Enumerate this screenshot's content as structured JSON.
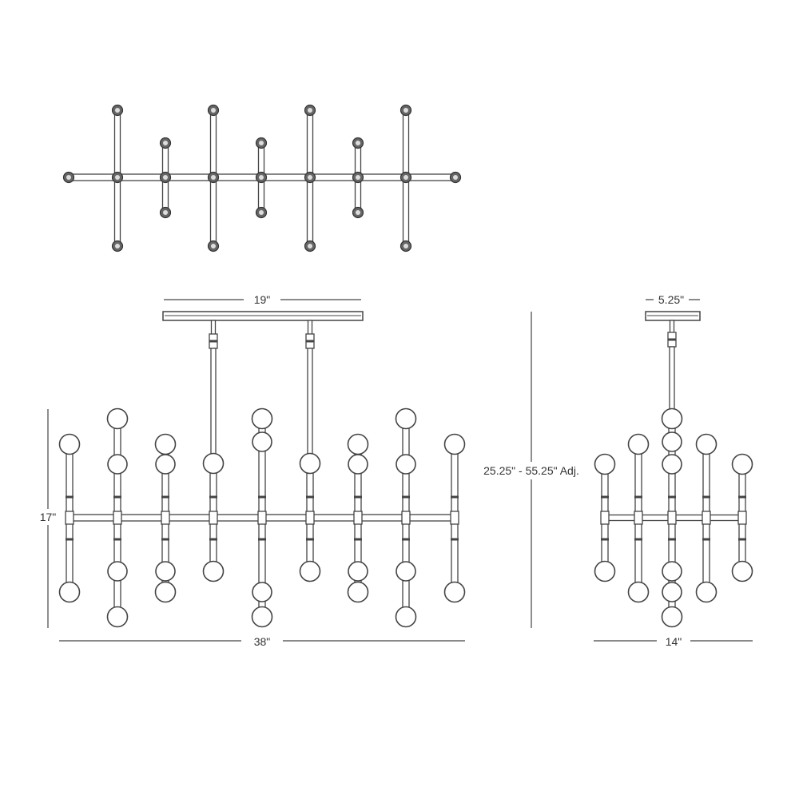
{
  "diagram": {
    "line_color": "#444444",
    "fill_color": "#ffffff",
    "dimensions": {
      "canopy_width": "19\"",
      "overall_width": "38\"",
      "fixture_height": "17\"",
      "overall_height_adjustable": "25.25\" - 55.25\" Adj.",
      "side_canopy_width": "5.25\"",
      "side_depth": "14\""
    }
  }
}
